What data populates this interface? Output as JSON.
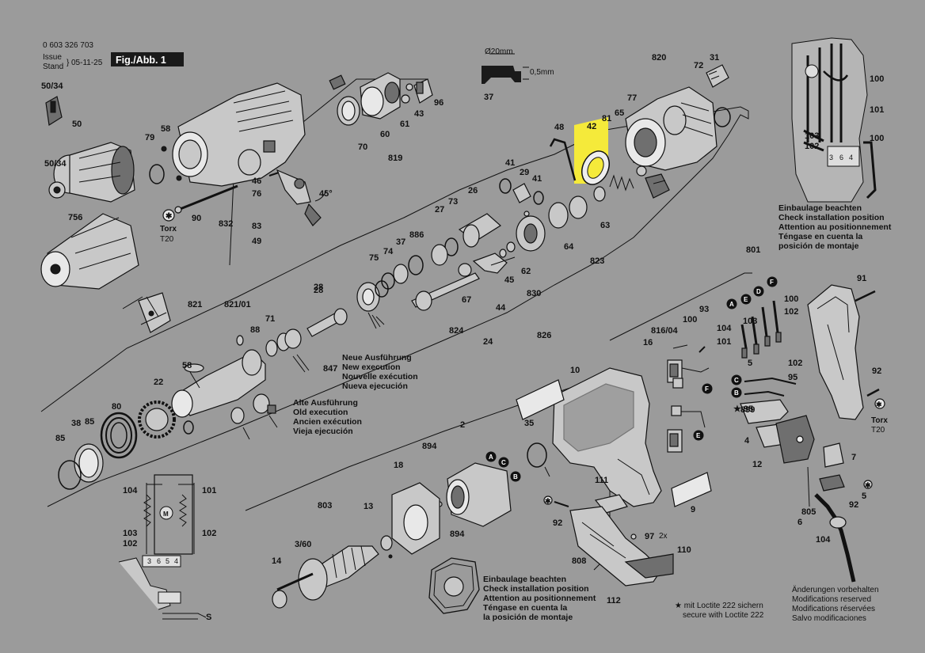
{
  "header": {
    "part_number": "0 603 326 703",
    "issue_label": "Issue",
    "stand_label": "Stand",
    "date": "05-11-25",
    "figure_label": "Fig./Abb. 1"
  },
  "highlight": {
    "part": "42",
    "color": "#f5ea3a"
  },
  "dimensions": {
    "diameter": "Ø20mm",
    "thickness": "0,5mm"
  },
  "torx": {
    "label": "Torx",
    "size": "T20"
  },
  "notes": {
    "new_execution": [
      "Neue Ausführung",
      "New execution",
      "Nouvelle exécution",
      "Nueva ejecución"
    ],
    "old_execution": [
      "Alte Ausführung",
      "Old execution",
      "Ancien exécution",
      "Vieja ejecución"
    ],
    "install_top": [
      "Einbaulage beachten",
      "Check installation position",
      "Attention au positionnement",
      "Téngase en cuenta la",
      "posición de montaje"
    ],
    "install_bottom": [
      "Einbaulage beachten",
      "Check installation position",
      "Attention au positionnement",
      "Téngase en cuenta la",
      "la posición de montaje"
    ],
    "loctite": [
      "★ mit Loctite 222 sichern",
      "secure with Loctite 222"
    ],
    "changes": [
      "Änderungen vorbehalten",
      "Modifications reserved",
      "Modifications réservées",
      "Salvo modificaciones"
    ]
  },
  "letters": [
    "A",
    "B",
    "C",
    "D",
    "E",
    "F"
  ],
  "star_95": "★ 95",
  "qty_97": "2x",
  "terminal_numbers": [
    "3",
    "6",
    "5",
    "4"
  ],
  "callouts": [
    "50/34",
    "50",
    "58",
    "79",
    "50/34",
    "756",
    "90",
    "46",
    "76",
    "45°",
    "832",
    "83",
    "49",
    "70",
    "60",
    "819",
    "61",
    "43",
    "96",
    "37",
    "48",
    "42",
    "81",
    "65",
    "77",
    "820",
    "72",
    "31",
    "41",
    "29",
    "41",
    "26",
    "27",
    "73",
    "886",
    "37",
    "74",
    "75",
    "28",
    "63",
    "64",
    "62",
    "830",
    "45",
    "67",
    "24",
    "824",
    "44",
    "826",
    "823",
    "821",
    "821/01",
    "88",
    "71",
    "28",
    "847",
    "58",
    "22",
    "80",
    "85",
    "38",
    "85",
    "2",
    "894",
    "18",
    "13",
    "803",
    "3/60",
    "14",
    "894",
    "35",
    "111",
    "92",
    "97",
    "808",
    "110",
    "112",
    "10",
    "9",
    "801",
    "91",
    "92",
    "93",
    "100",
    "816/04",
    "16",
    "104",
    "101",
    "5",
    "103",
    "100",
    "102",
    "102",
    "95",
    "899",
    "4",
    "12",
    "7",
    "92",
    "5",
    "805",
    "6",
    "104",
    "100",
    "101",
    "103",
    "102",
    "100",
    "104",
    "101",
    "103",
    "102",
    "102"
  ]
}
